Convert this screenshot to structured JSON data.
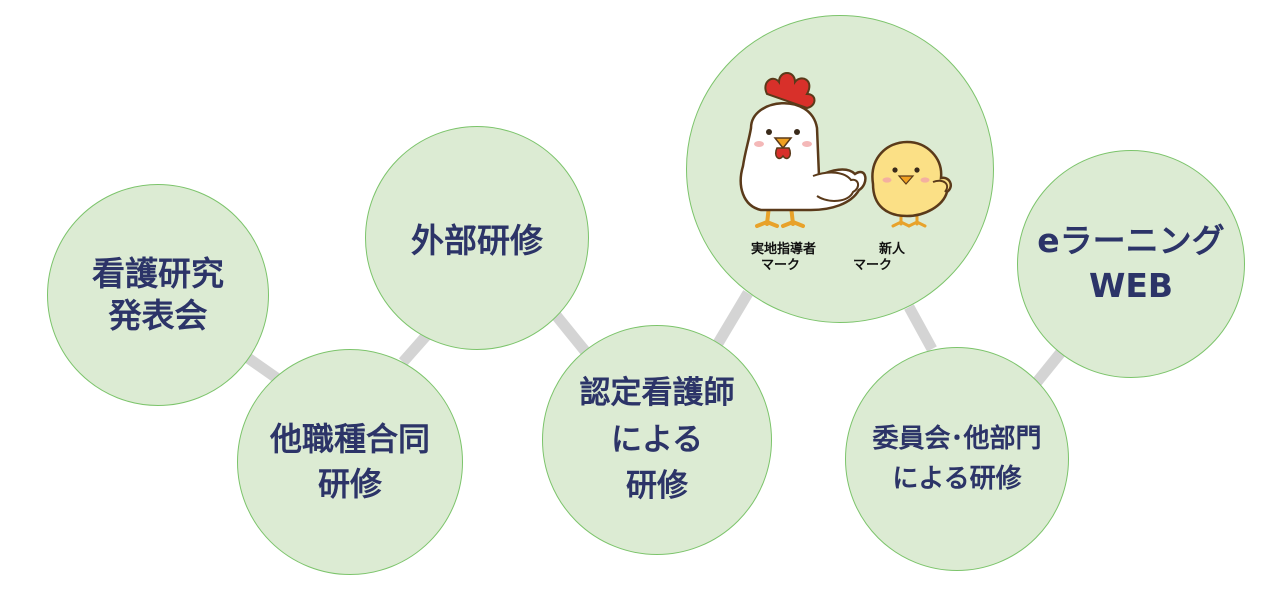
{
  "colors": {
    "circle_fill": "#dcebd3",
    "circle_border": "#7cc46b",
    "text": "#2c3468",
    "connector": "#d4d4d4"
  },
  "nodes": {
    "research": [
      "看護研究",
      "発表会"
    ],
    "external": [
      "外部研修"
    ],
    "multi": [
      "他職種合同",
      "研修"
    ],
    "certified": [
      "認定看護師",
      "による",
      "研修"
    ],
    "committee": [
      "委員会･他部門",
      "による研修"
    ],
    "elearning": [
      "eラーニング",
      "WEB"
    ]
  },
  "mascot": {
    "left_mark": [
      "実地指導者",
      "マーク"
    ],
    "right_mark": [
      "新人",
      "マーク"
    ],
    "icons": [
      "chicken-icon",
      "chick-icon"
    ]
  }
}
